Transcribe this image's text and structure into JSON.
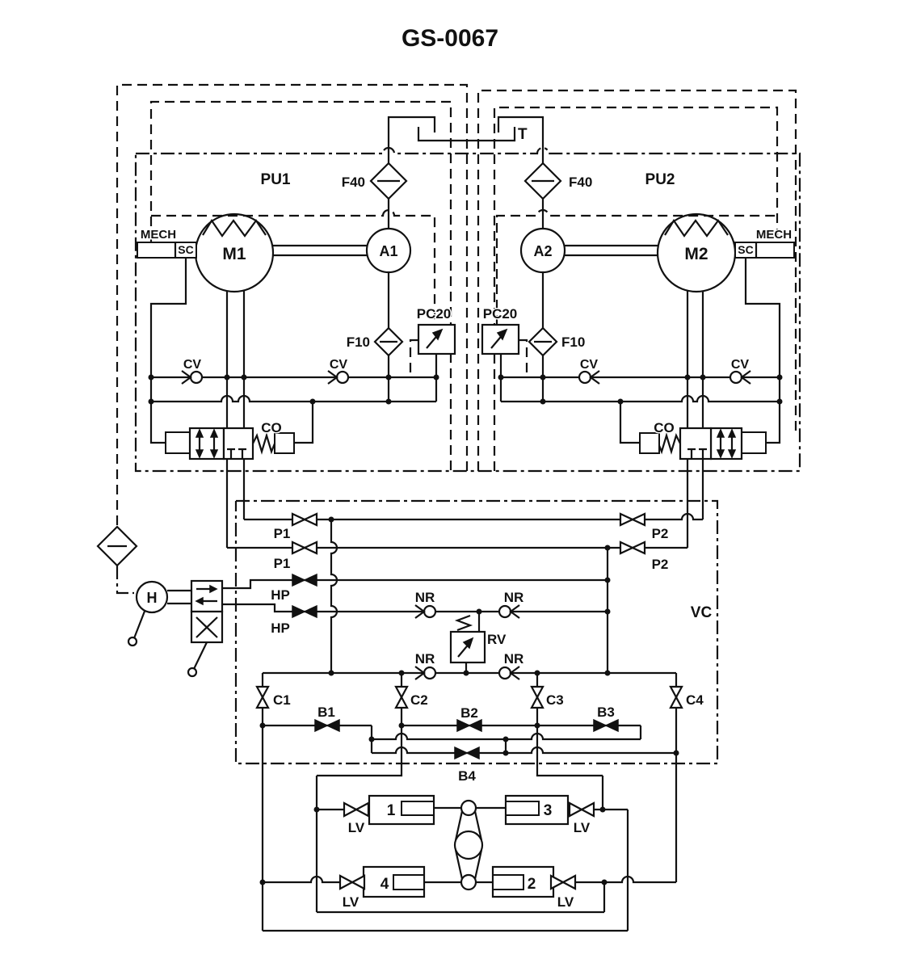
{
  "title": "GS-0067",
  "colors": {
    "line": "#111111",
    "background": "#ffffff"
  },
  "labels": {
    "tank": "T",
    "pu1": "PU1",
    "pu2": "PU2",
    "f40_left": "F40",
    "f40_right": "F40",
    "f10_left": "F10",
    "f10_right": "F10",
    "mech_left": "MECH",
    "mech_right": "MECH",
    "sc_left": "SC",
    "sc_right": "SC",
    "m1": "M1",
    "m2": "M2",
    "a1": "A1",
    "a2": "A2",
    "pc20_left": "PC20",
    "pc20_right": "PC20",
    "cv_1": "CV",
    "cv_2": "CV",
    "cv_3": "CV",
    "cv_4": "CV",
    "co_left": "CO",
    "co_right": "CO",
    "p1_upper": "P1",
    "p1_lower": "P1",
    "p2_upper": "P2",
    "p2_lower": "P2",
    "hp_upper": "HP",
    "hp_lower": "HP",
    "h_pump": "H",
    "nr_1": "NR",
    "nr_2": "NR",
    "nr_3": "NR",
    "nr_4": "NR",
    "rv": "RV",
    "vc": "VC",
    "c1": "C1",
    "c2": "C2",
    "c3": "C3",
    "c4": "C4",
    "b1": "B1",
    "b2": "B2",
    "b3": "B3",
    "b4": "B4",
    "lv_1": "LV",
    "lv_2": "LV",
    "lv_3": "LV",
    "lv_4": "LV",
    "cyl_1": "1",
    "cyl_2": "2",
    "cyl_3": "3",
    "cyl_4": "4"
  }
}
